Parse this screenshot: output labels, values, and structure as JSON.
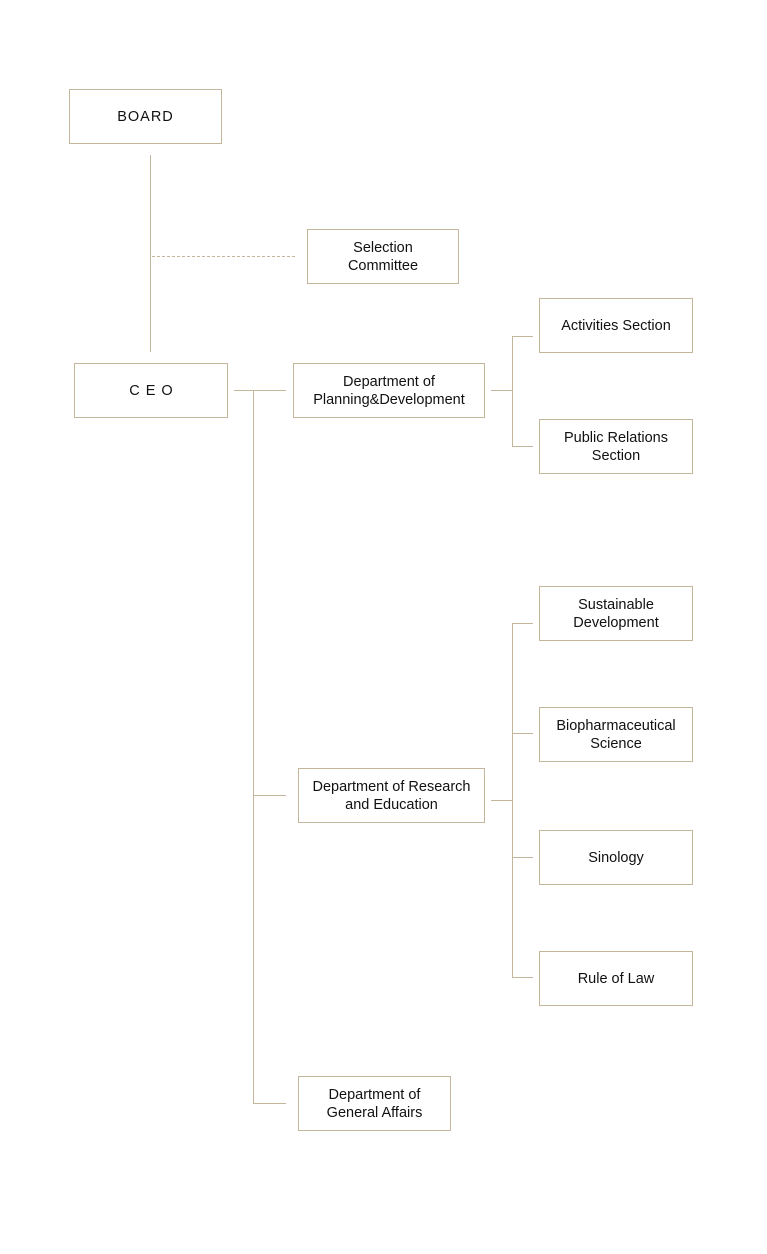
{
  "org_chart": {
    "colors": {
      "line": "#c4b69a",
      "border": "#c4b69a",
      "text": "#111111",
      "background": "#ffffff"
    },
    "nodes": {
      "board": "BOARD",
      "selection_committee": "Selection\nCommittee",
      "ceo": "CEO",
      "dept_planning": "Department of\nPlanning&Development",
      "activities_section": "Activities Section",
      "public_relations_section": "Public Relations\nSection",
      "dept_research": "Department of Research\nand Education",
      "sustainable_development": "Sustainable\nDevelopment",
      "biopharmaceutical_science": "Biopharmaceutical\nScience",
      "sinology": "Sinology",
      "rule_of_law": "Rule of Law",
      "dept_general_affairs": "Department of\nGeneral Affairs"
    },
    "relations": [
      {
        "from": "board",
        "to": "ceo",
        "style": "solid"
      },
      {
        "from": "board",
        "to": "selection_committee",
        "style": "dashed"
      },
      {
        "from": "ceo",
        "to": "dept_planning",
        "style": "solid"
      },
      {
        "from": "ceo",
        "to": "dept_research",
        "style": "solid"
      },
      {
        "from": "ceo",
        "to": "dept_general_affairs",
        "style": "solid"
      },
      {
        "from": "dept_planning",
        "to": "activities_section",
        "style": "solid"
      },
      {
        "from": "dept_planning",
        "to": "public_relations_section",
        "style": "solid"
      },
      {
        "from": "dept_research",
        "to": "sustainable_development",
        "style": "solid"
      },
      {
        "from": "dept_research",
        "to": "biopharmaceutical_science",
        "style": "solid"
      },
      {
        "from": "dept_research",
        "to": "sinology",
        "style": "solid"
      },
      {
        "from": "dept_research",
        "to": "rule_of_law",
        "style": "solid"
      }
    ]
  }
}
